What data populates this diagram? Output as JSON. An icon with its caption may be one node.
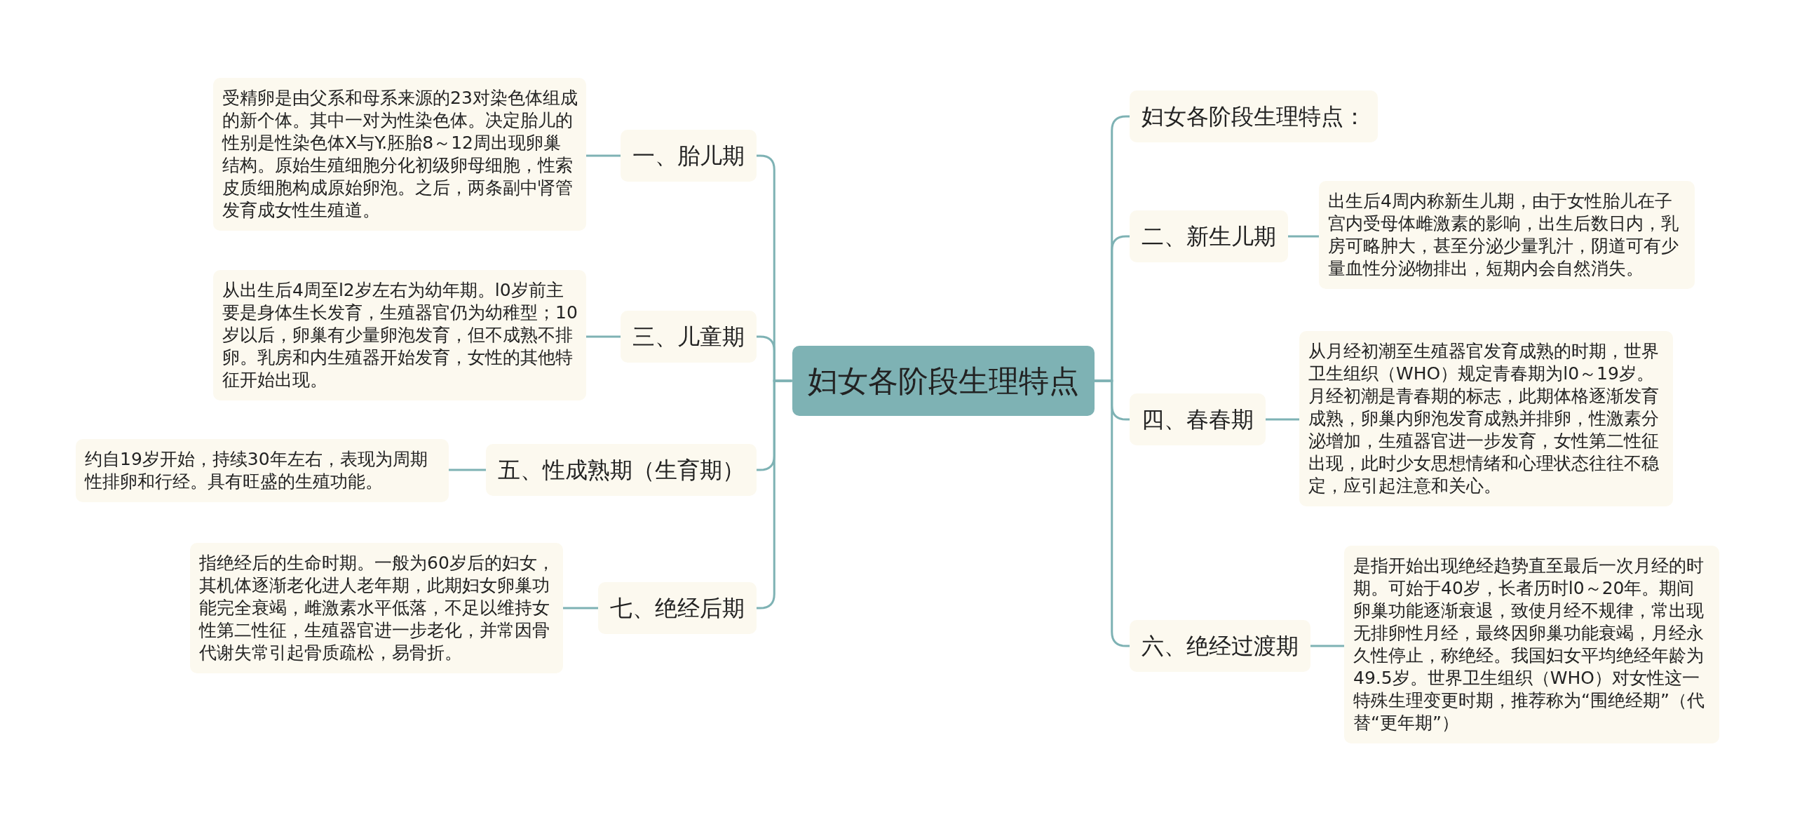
{
  "diagram": {
    "nodes": [
      {
        "text": [
          "妇女各阶段生理特点"
        ]
      },
      {
        "text": [
          "一、胎儿期"
        ]
      },
      {
        "text": [
          "受精卵是由父系和母系来源的23对染色体组成的新个体。其中一对为性染色体。决定胎儿的性别是性染色体X与Y.胚胎8～12周出现卵巢结构。原始生殖细胞分化初级卵母细胞，性索皮质细胞构成原始卵泡。之后，两条副中肾管发育成女性生殖道。"
        ]
      },
      {
        "text": [
          "三、儿童期"
        ]
      },
      {
        "text": [
          "从出生后4周至l2岁左右为幼年期。l0岁前主要是身体生长发育，生殖器官仍为幼稚型；10岁以后，卵巢有少量卵泡发育，但不成熟不排卵。乳房和内生殖器开始发育，女性的其他特征开始出现。"
        ]
      },
      {
        "text": [
          "五、性成熟期（生育期）"
        ]
      },
      {
        "text": [
          "约自19岁开始，持续30年左右，表现为周期性排卵和行经。具有旺盛的生殖功能。"
        ]
      },
      {
        "text": [
          "七、绝经后期"
        ]
      },
      {
        "text": [
          "指绝经后的生命时期。一般为60岁后的妇女，其机体逐渐老化进人老年期，此期妇女卵巢功能完全衰竭，雌激素水平低落，不足以维持女性第二性征，生殖器官进一步老化，并常因骨代谢失常引起骨质疏松，易骨折。"
        ]
      },
      {
        "text": [
          "妇女各阶段生理特点："
        ]
      },
      {
        "text": [
          "二、新生儿期"
        ]
      },
      {
        "text": [
          "出生后4周内称新生儿期，由于女性胎儿在子宫内受母体雌激素的影响，出生后数日内，乳房可略肿大，甚至分泌少量乳汁，阴道可有少量血性分泌物排出，短期内会自然消失。"
        ]
      },
      {
        "text": [
          "四、春春期"
        ]
      },
      {
        "text": [
          "从月经初潮至生殖器官发育成熟的时期，世界卫生组织（WHO）规定青春期为l0～19岁。月经初潮是青春期的标志，此期体格逐渐发育成熟，卵巢内卵泡发育成熟并排卵，性激素分泌增加，生殖器官进一步发育，女性第二性征出现，此时少女思想情绪和心理状态往往不稳定，应引起注意和关心。"
        ]
      },
      {
        "text": [
          "六、绝经过渡期"
        ]
      },
      {
        "text": [
          "是指开始出现绝经趋势直至最后一次月经的时期。可始于40岁，长者历时l0～20年。期间卵巢功能逐渐衰退，致使月经不规律，常出现无排卵性月经，最终因卵巢功能衰竭，月经永久性停止，称绝经。我国妇女平均绝经年龄为49.5岁。世界卫生组织（WHO）对女性这一特殊生理变更时期，推荐称为“围绝经期”（代替“更年期”）"
        ]
      }
    ],
    "edges": [
      {
        "from": 0,
        "to": 1,
        "arrow": "none"
      },
      {
        "from": 1,
        "to": 2,
        "arrow": "none"
      },
      {
        "from": 0,
        "to": 3,
        "arrow": "none"
      },
      {
        "from": 3,
        "to": 4,
        "arrow": "none"
      },
      {
        "from": 0,
        "to": 5,
        "arrow": "none"
      },
      {
        "from": 5,
        "to": 6,
        "arrow": "none"
      },
      {
        "from": 0,
        "to": 7,
        "arrow": "none"
      },
      {
        "from": 7,
        "to": 8,
        "arrow": "none"
      },
      {
        "from": 0,
        "to": 9,
        "arrow": "none"
      },
      {
        "from": 0,
        "to": 10,
        "arrow": "none"
      },
      {
        "from": 10,
        "to": 11,
        "arrow": "none"
      },
      {
        "from": 0,
        "to": 12,
        "arrow": "none"
      },
      {
        "from": 12,
        "to": 13,
        "arrow": "none"
      },
      {
        "from": 0,
        "to": 14,
        "arrow": "none"
      },
      {
        "from": 14,
        "to": 15,
        "arrow": "none"
      }
    ]
  }
}
